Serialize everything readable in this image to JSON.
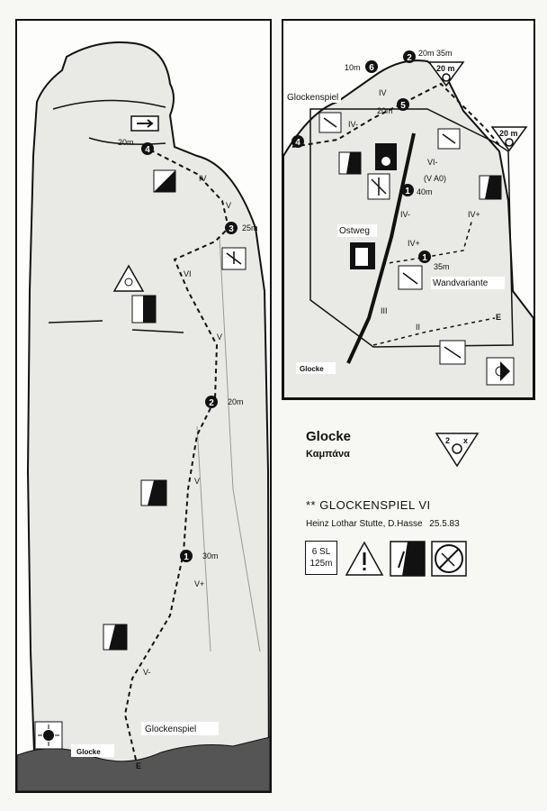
{
  "title": "Glocke",
  "subtitle": "Καμπάνα",
  "route": {
    "stars": "**",
    "name": "GLOCKENSPIEL",
    "grade": "VI",
    "authors": "Heinz Lothar Stutte, D.Hasse",
    "date": "25.5.83",
    "pitches_line1": "6 SL",
    "pitches_line2": "125m"
  },
  "gear_badge": {
    "left": "2",
    "right": "x"
  },
  "left_topo": {
    "peak_label": "Glocke",
    "route_label": "Glockenspiel",
    "start_mark": "E",
    "pitches": [
      {
        "num": "4",
        "length": "20m"
      },
      {
        "num": "3",
        "length": "25m"
      },
      {
        "num": "2",
        "length": "20m"
      },
      {
        "num": "1",
        "length": "30m"
      }
    ],
    "grades": [
      "IV",
      "V",
      "VI",
      "V",
      "V",
      "V+",
      "V-"
    ]
  },
  "right_topo": {
    "peak_label": "Glocke",
    "routes": [
      "Glockenspiel",
      "Ostweg",
      "Wandvariante"
    ],
    "start_mark": "E",
    "anchor_badge": "20 m",
    "pitches": [
      {
        "num": "6",
        "length": "10m"
      },
      {
        "num": "2",
        "length": "20m 35m"
      },
      {
        "num": "5",
        "length": "20m"
      },
      {
        "num": "4",
        "length": ""
      },
      {
        "num": "1",
        "length": "40m"
      },
      {
        "num": "1",
        "length": "35m"
      }
    ],
    "grades": [
      "IV",
      "IV-",
      "VI-",
      "(V A0)",
      "IV-",
      "IV+",
      "IV+",
      "III",
      "II"
    ]
  }
}
